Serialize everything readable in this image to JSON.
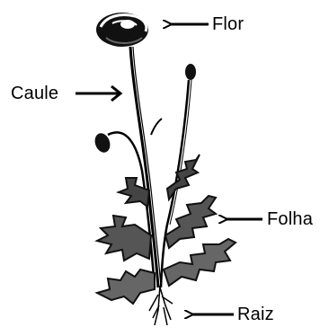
{
  "diagram": {
    "labels": {
      "flower": "Flor",
      "stem": "Caule",
      "leaf": "Folha",
      "root": "Raiz"
    },
    "ink_color": "#000000"
  }
}
